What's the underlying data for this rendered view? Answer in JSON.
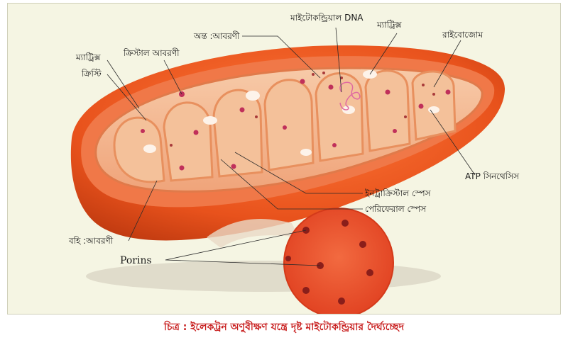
{
  "labels": {
    "mt_dna": "মাইটোকন্ড্রিয়াল DNA",
    "matrix_top": "ম্যাট্রিক্স",
    "ribosome": "রাইবোজোম",
    "inner_membrane": "অন্ত :আবরণী",
    "cristal_membrane": "ক্রিস্টাল আবরণী",
    "matrix_left": "ম্যাট্রিক্স",
    "cristae": "ক্রিস্টি",
    "atp_synthase": "ATP সিনথেসিস",
    "intracristal_space": "ইনট্রাক্রিস্টাল স্পেস",
    "peripheral_space": "পেরিফেরাল স্পেস",
    "outer_membrane": "বহি :আবরণী",
    "porins": "Porins"
  },
  "caption": "চিত্র : ইলেকট্রন অণুবীক্ষণ যন্ত্রে দৃষ্ট মাইটোকন্ড্রিয়ার দৈর্ঘ্যচ্ছেদ",
  "colors": {
    "outer": "#e8521c",
    "inner": "#f2b896",
    "crista": "#f4c19a",
    "granule": "#c0305a",
    "accent_red": "#c81e1e"
  }
}
